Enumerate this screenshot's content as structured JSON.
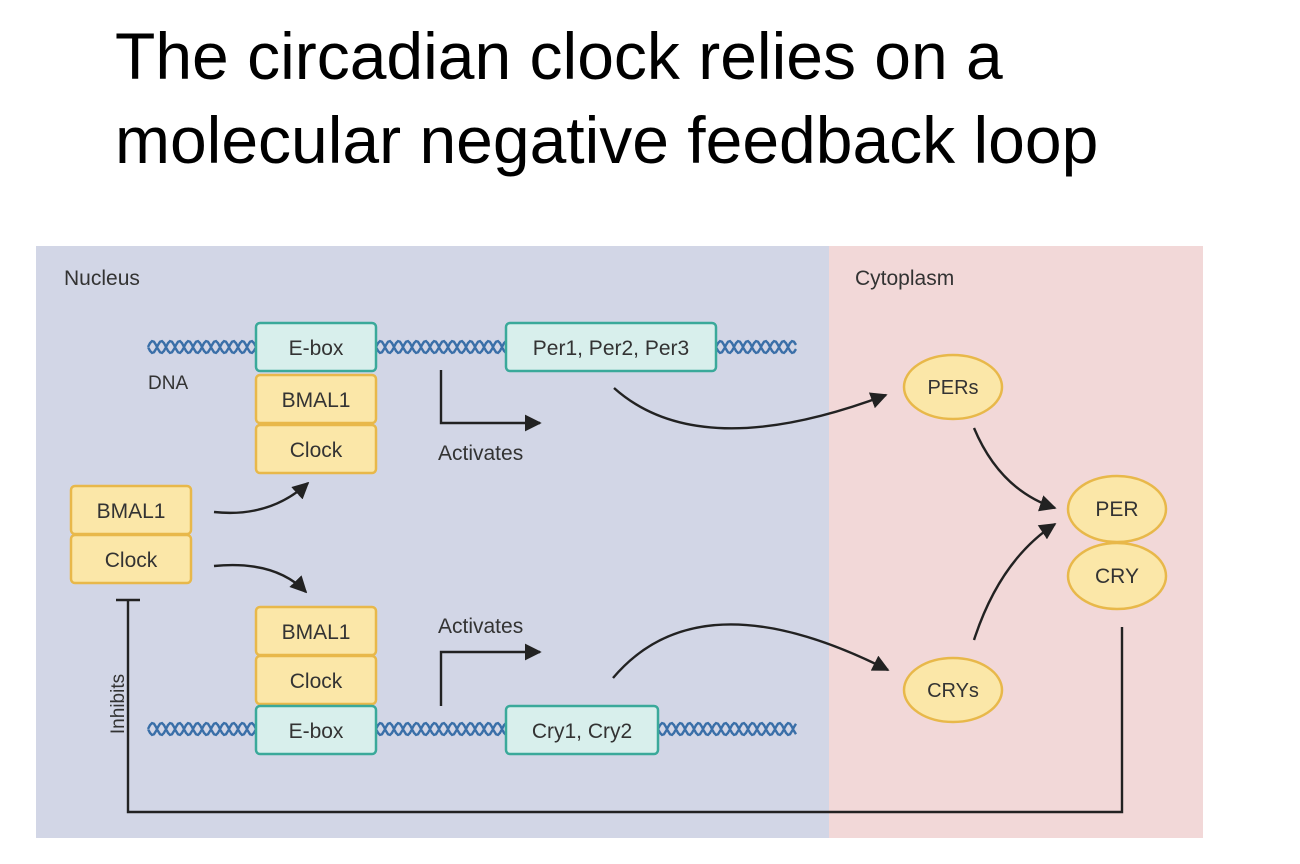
{
  "title": {
    "line1": "The circadian clock relies on a",
    "line2": "molecular negative feedback loop"
  },
  "regions": {
    "nucleus": "Nucleus",
    "cytoplasm": "Cytoplasm"
  },
  "labels": {
    "dna": "DNA",
    "activates_top": "Activates",
    "activates_bottom": "Activates",
    "inhibits": "Inhibits"
  },
  "top_strand": {
    "ebox": "E-box",
    "genes": "Per1, Per2, Per3",
    "bmal1": "BMAL1",
    "clock": "Clock"
  },
  "bottom_strand": {
    "ebox": "E-box",
    "genes": "Cry1, Cry2",
    "bmal1": "BMAL1",
    "clock": "Clock"
  },
  "free_complex": {
    "bmal1": "BMAL1",
    "clock": "Clock"
  },
  "proteins": {
    "pers": "PERs",
    "crys": "CRYs",
    "per": "PER",
    "cry": "CRY"
  },
  "colors": {
    "nucleus_bg": "#d2d6e6",
    "cytoplasm_bg": "#f2d8d8",
    "gene_box_fill": "#d8efec",
    "gene_box_stroke": "#3aa99a",
    "protein_fill": "#fbe7a8",
    "protein_stroke": "#e8b84a",
    "dna_strand": "#3a6fa8",
    "arrow": "#222222"
  }
}
